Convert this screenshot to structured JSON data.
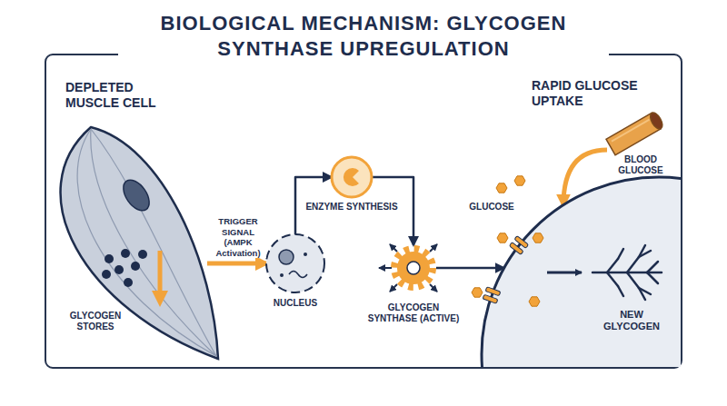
{
  "diagram": {
    "title": "BIOLOGICAL MECHANISM: GLYCOGEN SYNTHASE UPREGULATION",
    "nodes": [
      {
        "text": [
          "DEPLETED MUSCLE CELL",
          "GLYCOGEN STORES"
        ]
      },
      {
        "text": [
          "NUCLEUS"
        ]
      },
      {
        "text": [
          "ENZYME SYNTHESIS"
        ]
      },
      {
        "text": [
          "GLYCOGEN SYNTHASE (ACTIVE)"
        ]
      },
      {
        "text": [
          "GLUCOSE",
          "NEW GLYCOGEN"
        ]
      },
      {
        "text": [
          "BLOOD GLUCOSE"
        ]
      }
    ],
    "edges": [
      {
        "from": 0,
        "to": 1,
        "label": "TRIGGER SIGNAL (AMPK Activation)",
        "arrow": "to"
      },
      {
        "from": 1,
        "to": 2,
        "arrow": "to"
      },
      {
        "from": 2,
        "to": 3,
        "arrow": "to"
      },
      {
        "from": 3,
        "to": 4,
        "arrow": "to"
      },
      {
        "from": 5,
        "to": 4,
        "arrow": "to"
      }
    ],
    "labels": [
      "RAPID GLUCOSE UPTAKE"
    ]
  }
}
